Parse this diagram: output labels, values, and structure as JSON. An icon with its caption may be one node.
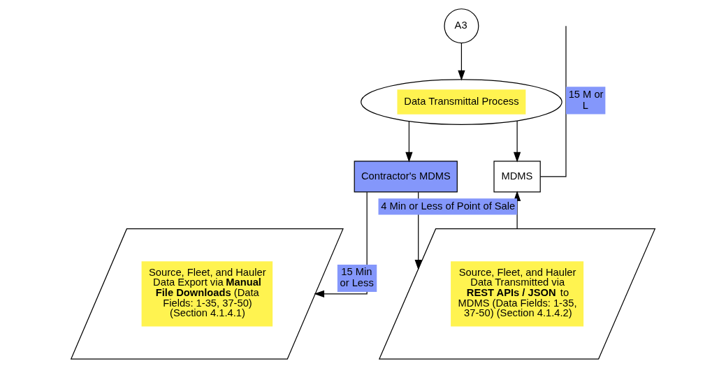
{
  "diagram": {
    "nodes": [
      {
        "text": [
          "A3"
        ]
      },
      {
        "text": [
          "Data Transmittal Process"
        ]
      },
      {
        "text": [
          "Source, Fleet, and Hauler Data Export via **Manual File Downloads** (Data Fields: 1-35, 37-50) (Section 4.1.4.1)"
        ]
      },
      {
        "text": [
          "Contractor's MDMS"
        ]
      },
      {
        "text": [
          "MDMS"
        ]
      },
      {
        "text": [
          "Source, Fleet, and Hauler Data Transmitted via **REST APIs / JSON** to MDMS (Data Fields: 1-35, 37-50) (Section 4.1.4.2)"
        ]
      }
    ],
    "edges": [
      {
        "from": 0,
        "to": 1,
        "arrow": "to"
      },
      {
        "from": 1,
        "to": 3,
        "arrow": "to"
      },
      {
        "from": 1,
        "to": 4,
        "arrow": "to"
      },
      {
        "from": 3,
        "to": 2,
        "arrow": "to",
        "label": "15 Min or Less"
      },
      {
        "from": 3,
        "to": 5,
        "arrow": "to"
      },
      {
        "from": 5,
        "to": 4,
        "arrow": "to",
        "label": "4 Min or Less of Point of Sale"
      },
      {
        "from": 4,
        "to": null,
        "arrow": "none",
        "label": "15 M or L"
      }
    ]
  }
}
